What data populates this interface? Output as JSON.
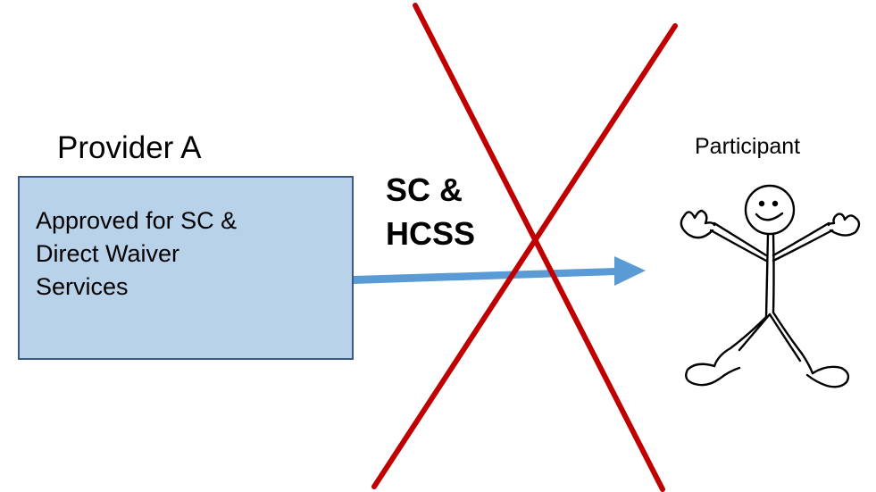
{
  "provider": {
    "title": "Provider A",
    "description_lines": [
      "Approved for SC &",
      "Direct Waiver",
      "Services"
    ]
  },
  "service": {
    "lines": [
      "SC &",
      "HCSS"
    ]
  },
  "participant": {
    "label": "Participant"
  },
  "colors": {
    "box_fill": "#b8d2ea",
    "box_border": "#3a5a84",
    "arrow": "#5b9bd5",
    "cross": "#c00000"
  }
}
